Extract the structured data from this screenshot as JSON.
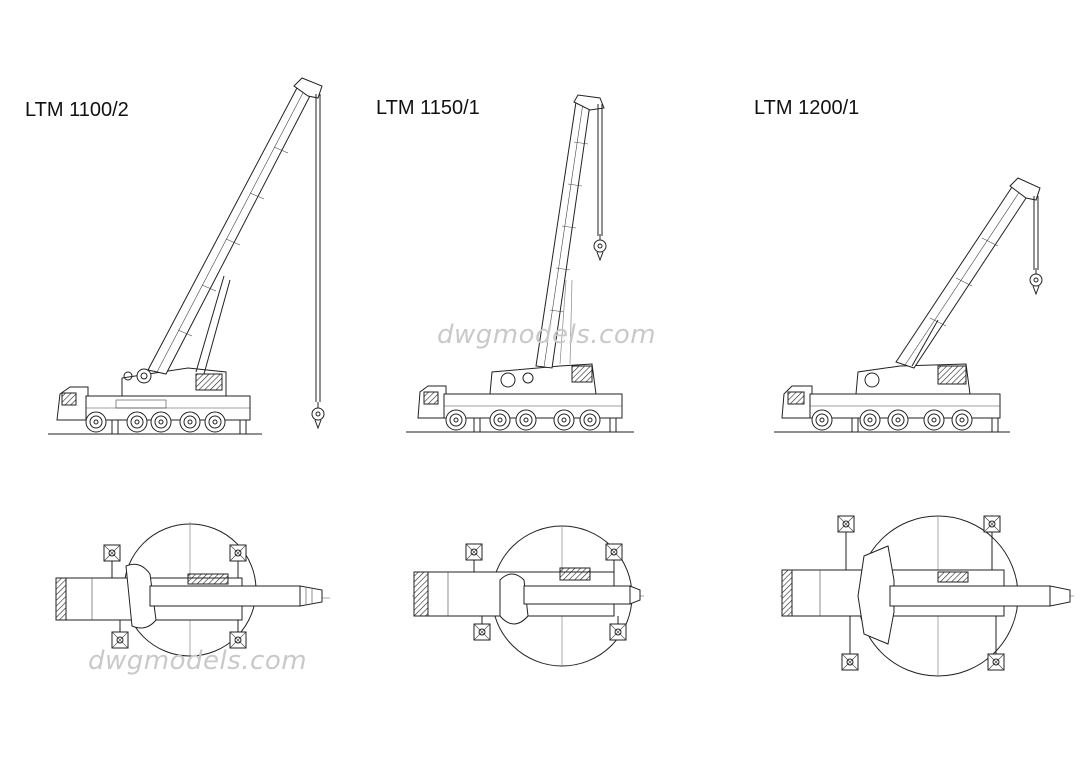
{
  "drawing": {
    "models": [
      {
        "label": "LTM 1100/2"
      },
      {
        "label": "LTM 1150/1"
      },
      {
        "label": "LTM 1200/1"
      }
    ],
    "watermarks": [
      "dwgmodels.com",
      "dwgmodels.com"
    ],
    "colors": {
      "line": "#222222",
      "watermark": "#c9c9c9",
      "background": "#ffffff"
    }
  }
}
